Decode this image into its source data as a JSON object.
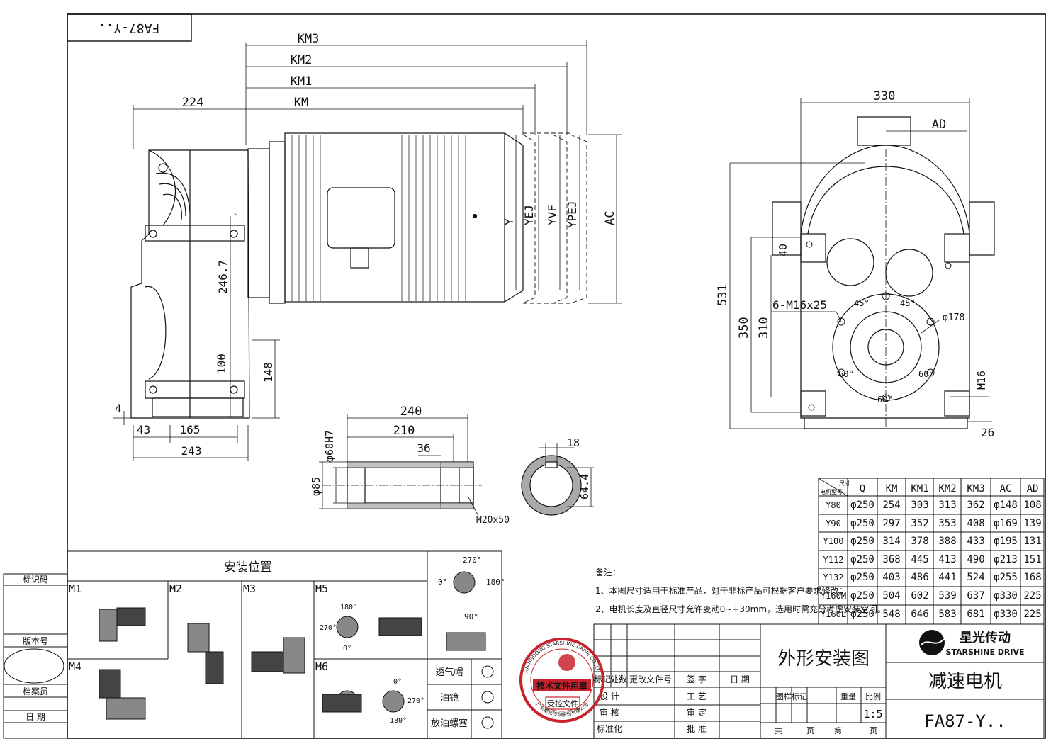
{
  "title_block_top": {
    "model_mirrored": "FA87-Y.."
  },
  "side_view": {
    "dims": {
      "km3": "KM3",
      "km2": "KM2",
      "km1": "KM1",
      "km": "KM",
      "d224": "224",
      "d246": "246.7",
      "d100": "100",
      "d148": "148",
      "d4": "4",
      "d43": "43",
      "d165": "165",
      "d243": "243"
    },
    "motor_labels": {
      "y": "Y",
      "yej": "YEJ",
      "yvf": "YVF",
      "ypej": "YPEJ",
      "ac": "AC"
    }
  },
  "front_view": {
    "dims": {
      "d330": "330",
      "ad": "AD",
      "d40": "40",
      "d531": "531",
      "d350": "350",
      "d310": "310",
      "bolt": "6-M16x25",
      "a45l": "45°",
      "a45r": "45°",
      "phi178": "φ178",
      "a60l": "60°",
      "a60r": "60°",
      "a60b": "60°",
      "m16": "M16",
      "d26": "26"
    }
  },
  "shaft": {
    "dims": {
      "d240": "240",
      "d210": "210",
      "d36": "36",
      "phi60": "φ60H7",
      "phi85": "φ85",
      "m20": "M20x50",
      "d18": "18",
      "d644": "64.4"
    }
  },
  "table": {
    "corner_top": "尺寸",
    "corner_bottom": "电机型号",
    "headers": [
      "Q",
      "KM",
      "KM1",
      "KM2",
      "KM3",
      "AC",
      "AD"
    ],
    "rows": [
      [
        "Y80",
        "φ250",
        "254",
        "303",
        "313",
        "362",
        "φ148",
        "108"
      ],
      [
        "Y90",
        "φ250",
        "297",
        "352",
        "353",
        "408",
        "φ169",
        "139"
      ],
      [
        "Y100",
        "φ250",
        "314",
        "378",
        "388",
        "433",
        "φ195",
        "131"
      ],
      [
        "Y112",
        "φ250",
        "368",
        "445",
        "413",
        "490",
        "φ213",
        "151"
      ],
      [
        "Y132",
        "φ250",
        "403",
        "486",
        "441",
        "524",
        "φ255",
        "168"
      ],
      [
        "Y160M",
        "φ250",
        "504",
        "602",
        "539",
        "637",
        "φ330",
        "225"
      ],
      [
        "Y160L",
        "φ250",
        "548",
        "646",
        "583",
        "681",
        "φ330",
        "225"
      ]
    ]
  },
  "mounting": {
    "title": "安装位置",
    "positions": [
      "M1",
      "M2",
      "M3",
      "M4",
      "M5",
      "M6"
    ],
    "angles": {
      "a270": "270°",
      "a180": "180°",
      "a0": "0°",
      "a90": "90°"
    },
    "m5_angles": {
      "a180": "180°",
      "a270": "270°",
      "a0": "0°"
    },
    "m6_angles": {
      "a0": "0°",
      "a270": "270°",
      "a180": "180°"
    },
    "legend": [
      "透气帽",
      "油镜",
      "放油螺塞"
    ]
  },
  "notes": {
    "heading": "备注：",
    "items": [
      "1、本图尺寸适用于标准产品，对于非标产品可根据客户要求修改；",
      "2、电机长度及直径尺寸允许变动0~+30mm，选用时需充分考虑安装空间。"
    ]
  },
  "left_margin": {
    "labels": [
      "标识码",
      "版本号",
      "档案员",
      "日  期"
    ]
  },
  "title_block": {
    "drawing_title": "外形安装图",
    "product": "减速电机",
    "model": "FA87-Y..",
    "brand_cn": "星光传动",
    "brand_en": "STARSHINE DRIVE",
    "rev_headers": [
      "标记",
      "处数",
      "更改文件号",
      "签  字",
      "日  期"
    ],
    "roles": [
      "设  计",
      "审  核",
      "标准化"
    ],
    "roles2": [
      "工  艺",
      "审  定",
      "批  准"
    ],
    "meta": [
      "图样标记",
      "重量",
      "比例"
    ],
    "scale": "1:5",
    "sheets": [
      "共",
      "页",
      "第",
      "页"
    ]
  },
  "stamp": {
    "line1": "技术文件用章",
    "line2": "受控文件",
    "ring_top": "GUANGDONG STARSHINE DRIVE CO.,LTD",
    "ring_bottom": "广东星光传动股份有限公司"
  }
}
